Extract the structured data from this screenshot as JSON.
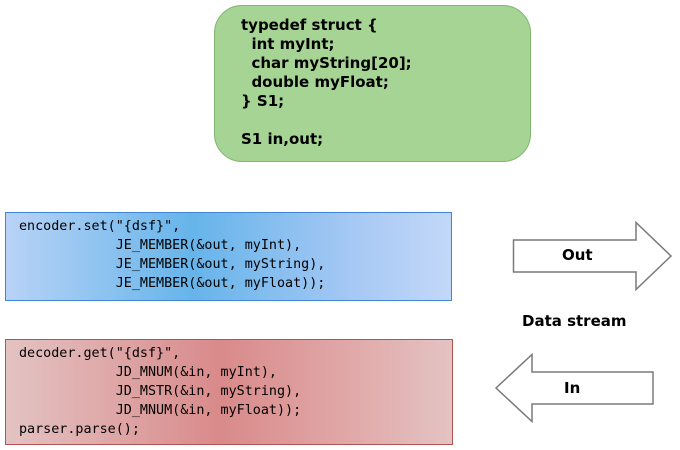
{
  "struct_definition": {
    "lines": [
      "typedef struct {",
      "  int myInt;",
      "  char myString[20];",
      "  double myFloat;",
      "} S1;",
      "",
      "S1 in,out;"
    ]
  },
  "encoder_code": {
    "lines": [
      "encoder.set(\"{dsf}\",",
      "            JE_MEMBER(&out, myInt),",
      "            JE_MEMBER(&out, myString),",
      "            JE_MEMBER(&out, myFloat));"
    ]
  },
  "decoder_code": {
    "lines": [
      "decoder.get(\"{dsf}\",",
      "            JD_MNUM(&in, myInt),",
      "            JD_MSTR(&in, myString),",
      "            JD_MNUM(&in, myFloat));",
      "parser.parse();"
    ]
  },
  "stream": {
    "out_label": "Out",
    "in_label": "In",
    "caption": "Data stream"
  },
  "colors": {
    "struct_fill": "#a5d494",
    "encoder_fill": "#66b4ea",
    "decoder_fill": "#d98a8a",
    "arrow_stroke": "#7a7a7a"
  }
}
